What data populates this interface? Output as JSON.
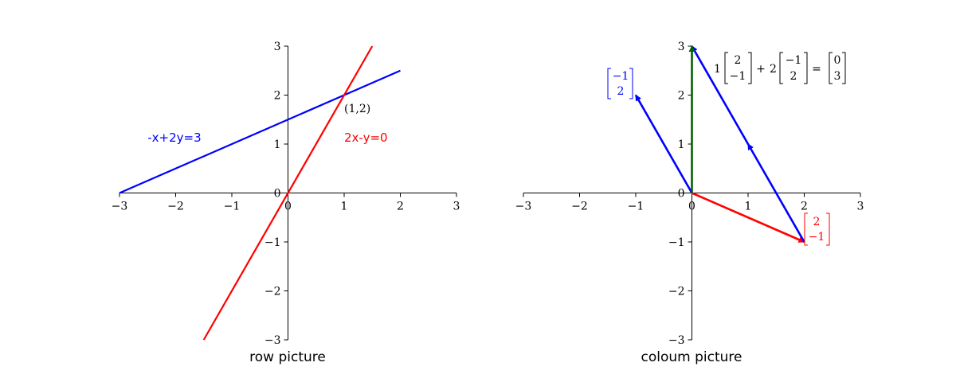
{
  "chart_data": [
    {
      "type": "line",
      "xlim": [
        -3,
        3
      ],
      "ylim": [
        -3,
        3
      ],
      "xticks": [
        "−3",
        "−2",
        "−1",
        "0",
        "1",
        "2",
        "3"
      ],
      "yticks": [
        "−3",
        "−2",
        "−1",
        "0",
        "1",
        "2",
        "3"
      ],
      "grid": false,
      "spines": "centered-at-origin",
      "series": [
        {
          "name": "-x+2y=3",
          "color": "#0000ff",
          "x": [
            -3,
            2
          ],
          "y": [
            0,
            2.5
          ]
        },
        {
          "name": "2x-y=0",
          "color": "#ff0000",
          "x": [
            -1.5,
            1.5
          ],
          "y": [
            -3,
            3
          ]
        }
      ],
      "annotations": [
        {
          "text": "(1,2)",
          "x": 1.0,
          "y": 1.65,
          "color": "#000000"
        },
        {
          "text": "-x+2y=3",
          "x": -2.5,
          "y": 1.05,
          "color": "#0000ff"
        },
        {
          "text": "2x-y=0",
          "x": 1.0,
          "y": 1.05,
          "color": "#ff0000"
        }
      ],
      "caption": "row picture"
    },
    {
      "type": "vector",
      "xlim": [
        -3,
        3
      ],
      "ylim": [
        -3,
        3
      ],
      "xticks": [
        "−3",
        "−2",
        "−1",
        "0",
        "1",
        "2",
        "3"
      ],
      "yticks": [
        "−3",
        "−2",
        "−1",
        "0",
        "1",
        "2",
        "3"
      ],
      "grid": false,
      "spines": "centered-at-origin",
      "vectors": [
        {
          "from": [
            0,
            0
          ],
          "to": [
            -1,
            2
          ],
          "color": "#0000ff"
        },
        {
          "from": [
            0,
            0
          ],
          "to": [
            2,
            -1
          ],
          "color": "#ff0000"
        },
        {
          "from": [
            2,
            -1
          ],
          "to": [
            1,
            1
          ],
          "color": "#0000ff"
        },
        {
          "from": [
            1,
            1
          ],
          "to": [
            0,
            3
          ],
          "color": "#0000ff"
        },
        {
          "from": [
            0,
            0
          ],
          "to": [
            0,
            3
          ],
          "color": "#006400"
        }
      ],
      "annotations": [
        {
          "text": [
            "−1",
            "2"
          ],
          "x": -1.3,
          "y": 2.2,
          "color": "#0000ff",
          "kind": "column-vector"
        },
        {
          "text": [
            "2",
            "−1"
          ],
          "x": 2.05,
          "y": -0.75,
          "color": "#ff0000",
          "kind": "column-vector"
        }
      ],
      "equation": {
        "coef1": "1",
        "vec1": [
          "2",
          "−1"
        ],
        "plus": "+",
        "coef2": "2",
        "vec2": [
          "−1",
          "2"
        ],
        "equals": "=",
        "result": [
          "0",
          "3"
        ]
      },
      "caption": "coloum picture"
    }
  ]
}
